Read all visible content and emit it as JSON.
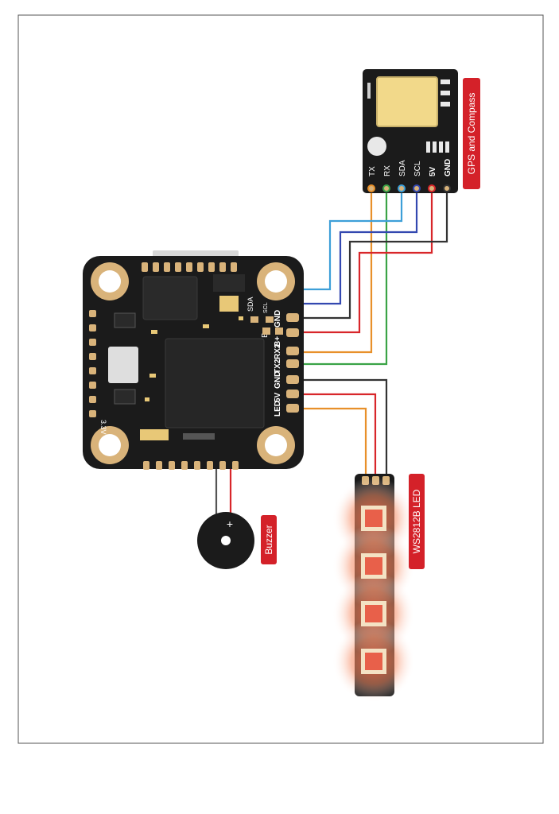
{
  "gps": {
    "label": "GPS and Compass",
    "pins": [
      "TX",
      "RX",
      "SDA",
      "SCL",
      "5V",
      "GND"
    ]
  },
  "fc": {
    "pads_upper": [
      "SDA",
      "SCL"
    ],
    "pads_side": [
      "B+",
      "GND",
      "TX2",
      "RX2",
      "LED",
      "5V",
      "GND"
    ],
    "label_bminus": "B-",
    "label_3v3": "3.3V"
  },
  "buzzer": {
    "label": "Buzzer",
    "plus": "+"
  },
  "led": {
    "label": "WS2812B LED"
  },
  "colors": {
    "tx": "#e8902a",
    "rx": "#3aa346",
    "sda": "#3d9fd8",
    "scl": "#3348b0",
    "v5": "#d8262a",
    "gnd": "#333333",
    "board": "#1b1b1b",
    "pad": "#d9b37a",
    "tag": "#d42129",
    "led_glow": "#f06a4a"
  }
}
